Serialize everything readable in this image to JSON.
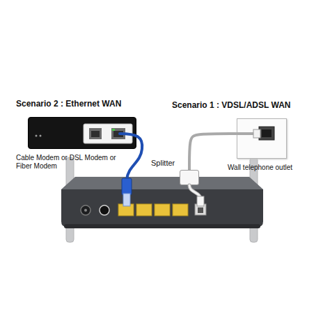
{
  "diagram": {
    "nodes": [
      {
        "text": [
          "Scenario 2 : Ethernet WAN",
          "Cable Modem or DSL Modem or Fiber Modem"
        ]
      },
      {
        "text": [
          "Splitter"
        ]
      },
      {
        "text": [
          "Scenario 1 : VDSL/ADSL WAN",
          "Wall telephone outlet"
        ]
      }
    ],
    "edges": [
      {
        "from": 1,
        "to": 2,
        "arrow": "none"
      }
    ]
  }
}
